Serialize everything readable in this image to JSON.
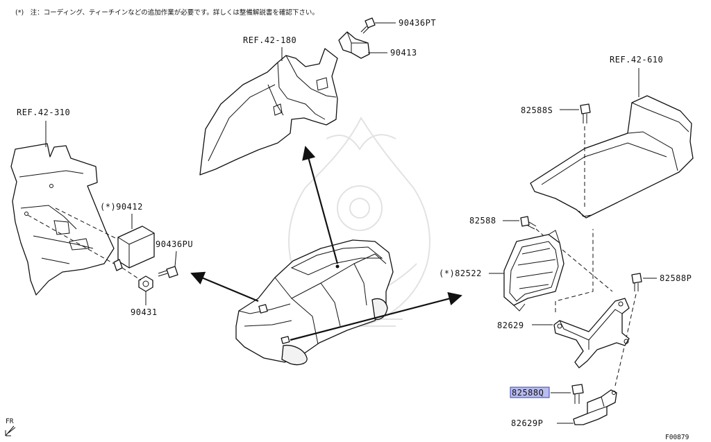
{
  "note": "(*)　注：コーディング、ティーチインなどの追加作業が必要です。詳しくは整備解説書を確認下さい。",
  "labels": {
    "ref_42_310": "REF.42-310",
    "ref_42_180": "REF.42-180",
    "ref_42_610": "REF.42-610",
    "p90436PT": "90436PT",
    "p90413": "90413",
    "p90412": "(*)90412",
    "p90436PU": "90436PU",
    "p90431": "90431",
    "p82588S": "82588S",
    "p82588": "82588",
    "p82522": "(*)82522",
    "p82588P": "82588P",
    "p82629": "82629",
    "p82588Q": "82588Q",
    "p82629P": "82629P",
    "fr": "FR",
    "figure_code": "F00879"
  },
  "colors": {
    "highlight_fill": "#b9bdf0",
    "highlight_stroke": "#3a40b0",
    "line": "#111111"
  },
  "highlighted_part": "82588Q"
}
